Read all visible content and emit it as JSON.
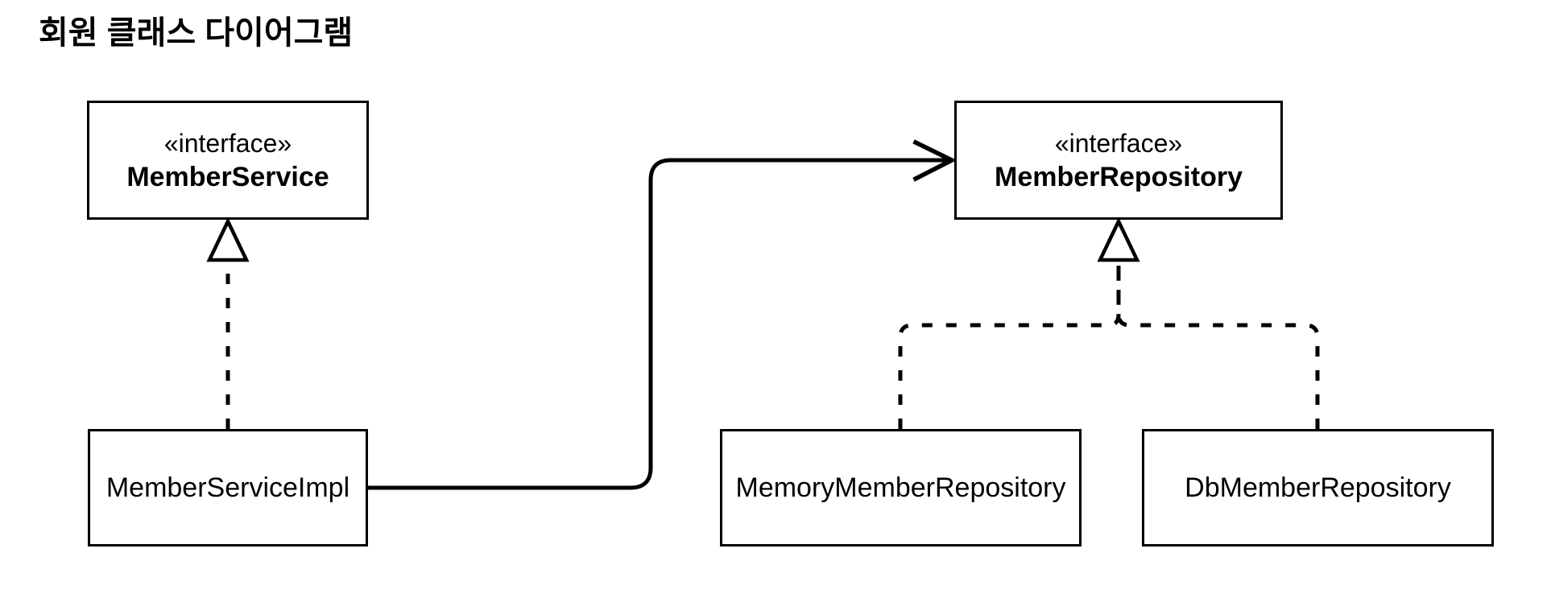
{
  "title": "회원 클래스 다이어그램",
  "colors": {
    "background": "#ffffff",
    "stroke": "#000000",
    "text": "#000000"
  },
  "nodes": {
    "member_service": {
      "stereotype": "«interface»",
      "name": "MemberService"
    },
    "member_repository": {
      "stereotype": "«interface»",
      "name": "MemberRepository"
    },
    "member_service_impl": {
      "name": "MemberServiceImpl"
    },
    "memory_member_repository": {
      "name": "MemoryMemberRepository"
    },
    "db_member_repository": {
      "name": "DbMemberRepository"
    }
  },
  "relationships": [
    {
      "type": "realization",
      "from": "MemberServiceImpl",
      "to": "MemberService",
      "line": "dashed",
      "arrowhead": "hollow-triangle"
    },
    {
      "type": "dependency",
      "from": "MemberServiceImpl",
      "to": "MemberRepository",
      "line": "solid",
      "arrowhead": "open-arrow"
    },
    {
      "type": "realization",
      "from": "MemoryMemberRepository",
      "to": "MemberRepository",
      "line": "dashed",
      "arrowhead": "hollow-triangle"
    },
    {
      "type": "realization",
      "from": "DbMemberRepository",
      "to": "MemberRepository",
      "line": "dashed",
      "arrowhead": "hollow-triangle"
    }
  ]
}
